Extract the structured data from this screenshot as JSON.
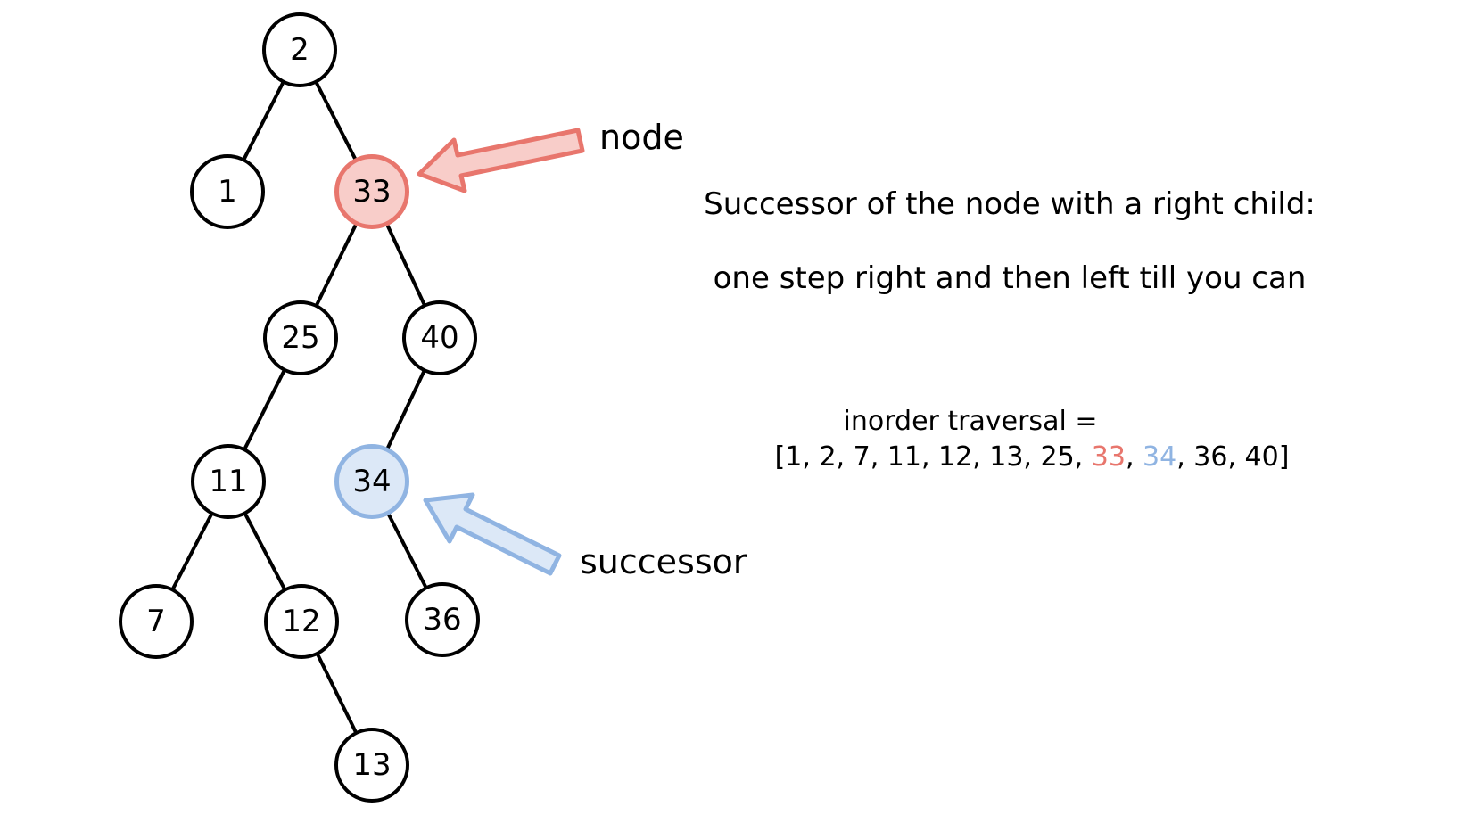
{
  "diagram": {
    "tree": {
      "nodes": [
        {
          "label": "2",
          "role": "root"
        },
        {
          "label": "1",
          "role": "default"
        },
        {
          "label": "33",
          "role": "node"
        },
        {
          "label": "25",
          "role": "default"
        },
        {
          "label": "40",
          "role": "default"
        },
        {
          "label": "11",
          "role": "default"
        },
        {
          "label": "34",
          "role": "successor"
        },
        {
          "label": "7",
          "role": "default"
        },
        {
          "label": "12",
          "role": "default"
        },
        {
          "label": "36",
          "role": "default"
        },
        {
          "label": "13",
          "role": "default"
        }
      ]
    },
    "annotations": {
      "node_arrow_label": "node",
      "successor_arrow_label": "successor"
    }
  },
  "panel": {
    "heading_line1": "Successor of the node with a right child:",
    "heading_line2": "one step right and then left till you can",
    "inorder_title": "inorder traversal =",
    "inorder_prefix": "[1, 2, 7, 11, 12, 13, 25, ",
    "inorder_node_value": "33",
    "inorder_separator": ", ",
    "inorder_successor_value": "34",
    "inorder_suffix": ", 36, 40]"
  },
  "colors": {
    "background": "#ffffff",
    "text": "#000000",
    "edge": "#000000",
    "default_fill": "#ffffff",
    "default_border": "#000000",
    "node_fill": "#f8cdc9",
    "node_border": "#e8766d",
    "successor_fill": "#dce8f7",
    "successor_border": "#90b4e2"
  }
}
